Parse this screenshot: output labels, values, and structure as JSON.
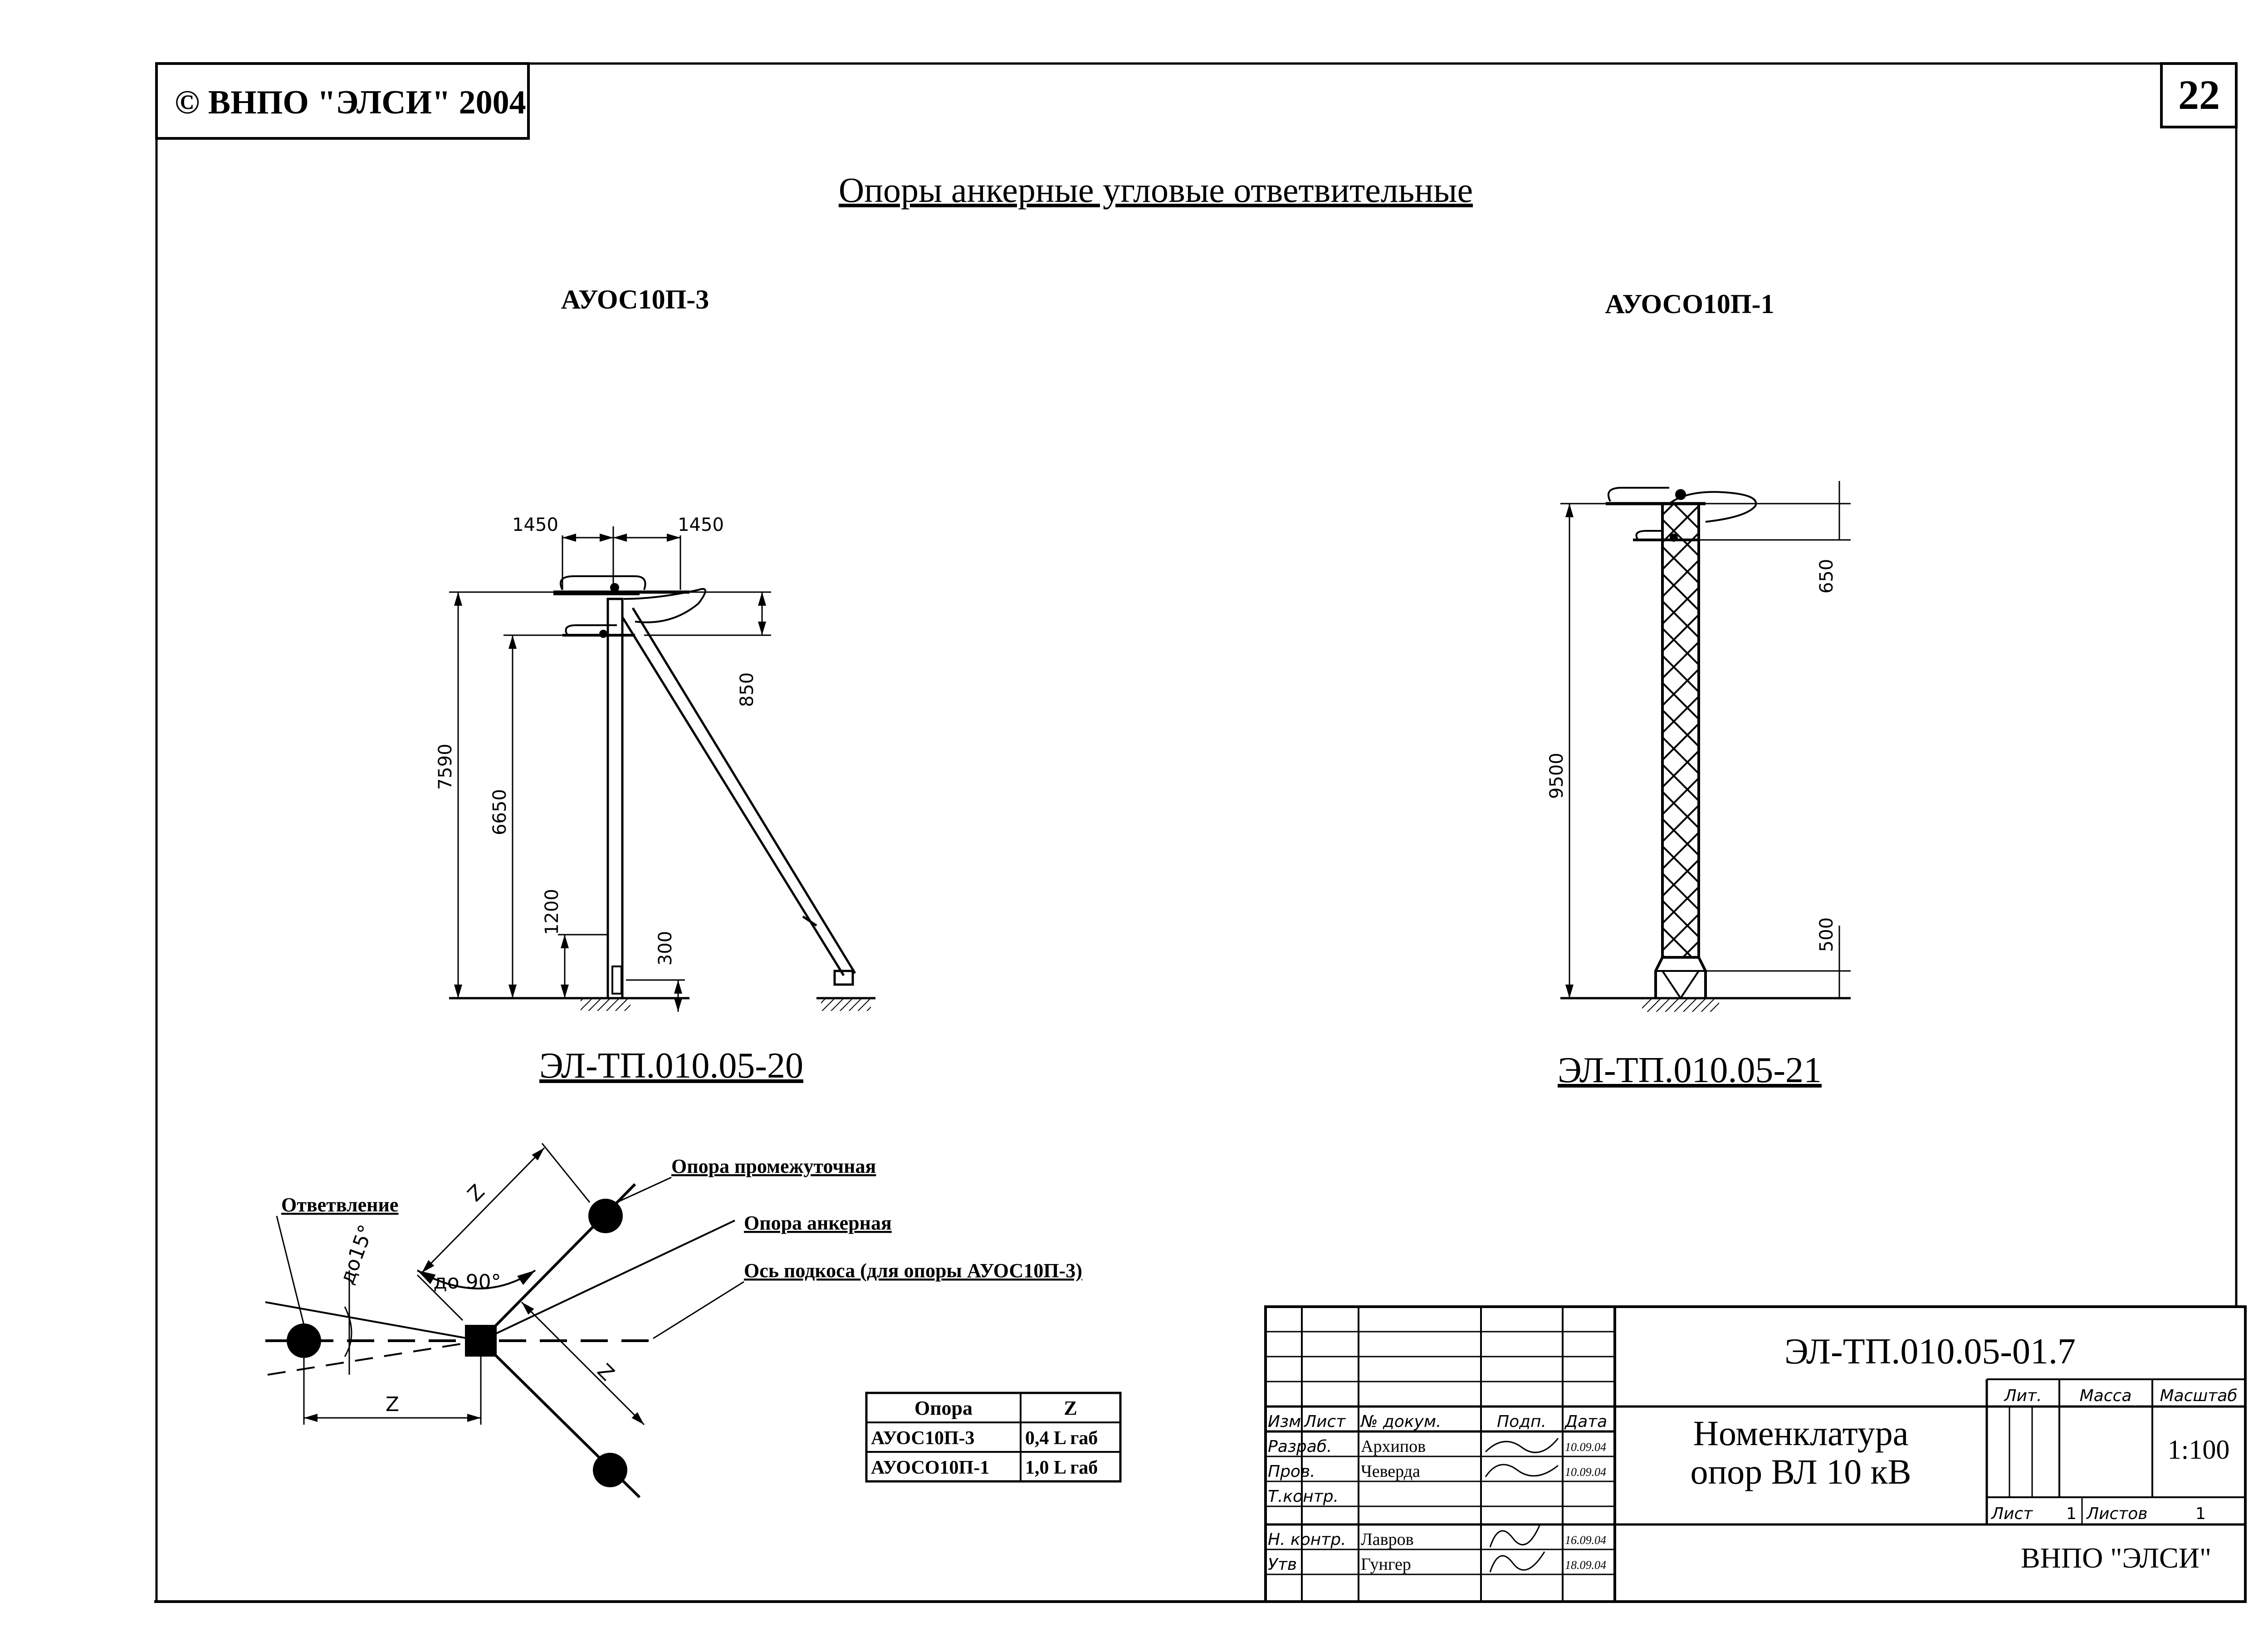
{
  "header": {
    "copyright": "© ВНПО \"ЭЛСИ\" 2004",
    "page_number": "22",
    "title": "Опоры анкерные угловые ответвительные"
  },
  "support_left": {
    "name": "АУОС10П-3",
    "code": "ЭЛ-ТП.010.05-20",
    "dims": {
      "d1": "1450",
      "d2": "1450",
      "d3": "7590",
      "d4": "6650",
      "d5": "850",
      "d6": "1200",
      "d7": "300"
    }
  },
  "support_right": {
    "name": "АУОСО10П-1",
    "code": "ЭЛ-ТП.010.05-21",
    "dims": {
      "d1": "9500",
      "d2": "650",
      "d3": "500"
    }
  },
  "scheme": {
    "branch_label": "Ответвление",
    "intermediate_label": "Опора промежуточная",
    "anchor_label": "Опора анкерная",
    "axis_label": "Ось подкоса (для опоры АУОС10П-3)",
    "angle15": "до15°",
    "angle90": "до 90°",
    "z1": "Z",
    "z2": "Z",
    "z3": "Z"
  },
  "z_table": {
    "headers": [
      "Опора",
      "Z"
    ],
    "rows": [
      [
        "АУОС10П-3",
        "0,4 L габ"
      ],
      [
        "АУОСО10П-1",
        "1,0 L габ"
      ]
    ]
  },
  "title_block": {
    "doc_code": "ЭЛ-ТП.010.05-01.7",
    "doc_title_1": "Номенклатура",
    "doc_title_2": "опор ВЛ 10 кВ",
    "h_izm": "Изм",
    "h_list": "Лист",
    "h_ndoc": "№ докум.",
    "h_podp": "Подп.",
    "h_data": "Дата",
    "r_razrab": "Разраб.",
    "n_razrab": "Архипов",
    "d_razrab": "10.09.04",
    "r_prov": "Пров.",
    "n_prov": "Чеверда",
    "d_prov": "10.09.04",
    "r_tkontr": "Т.контр.",
    "r_nkontr": "Н. контр.",
    "n_nkontr": "Лавров",
    "d_nkontr": "16.09.04",
    "r_utv": "Утв",
    "n_utv": "Гунгер",
    "d_utv": "18.09.04",
    "lit": "Лит.",
    "massa": "Масса",
    "masshtab": "Масштаб",
    "scale": "1:100",
    "list_label": "Лист",
    "list_value": "1",
    "listov_label": "Листов",
    "listov_value": "1",
    "org": "ВНПО \"ЭЛСИ\""
  }
}
